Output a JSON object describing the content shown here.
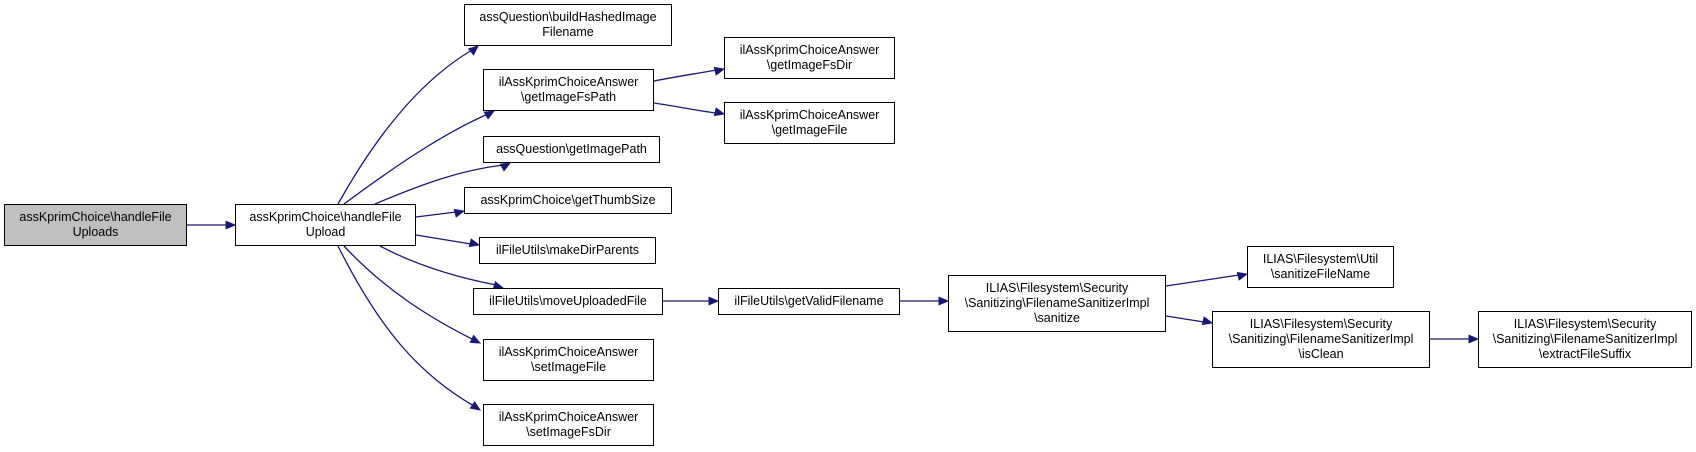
{
  "colors": {
    "edge": "#191970",
    "root_fill": "#bfbfbf",
    "node_fill": "#ffffff",
    "border": "#000000"
  },
  "nodes": {
    "root": [
      "assKprimChoice\\handleFile",
      "Uploads"
    ],
    "handleFileUpload": [
      "assKprimChoice\\handleFile",
      "Upload"
    ],
    "buildHashedImageFilename": [
      "assQuestion\\buildHashedImage",
      "Filename"
    ],
    "getImageFsPath": [
      "ilAssKprimChoiceAnswer",
      "\\getImageFsPath"
    ],
    "getImageFsDir": [
      "ilAssKprimChoiceAnswer",
      "\\getImageFsDir"
    ],
    "getImageFile": [
      "ilAssKprimChoiceAnswer",
      "\\getImageFile"
    ],
    "getImagePath": [
      "assQuestion\\getImagePath"
    ],
    "getThumbSize": [
      "assKprimChoice\\getThumbSize"
    ],
    "makeDirParents": [
      "ilFileUtils\\makeDirParents"
    ],
    "moveUploadedFile": [
      "ilFileUtils\\moveUploadedFile"
    ],
    "getValidFilename": [
      "ilFileUtils\\getValidFilename"
    ],
    "sanitize": [
      "ILIAS\\Filesystem\\Security",
      "\\Sanitizing\\FilenameSanitizerImpl",
      "\\sanitize"
    ],
    "sanitizeFileName": [
      "ILIAS\\Filesystem\\Util",
      "\\sanitizeFileName"
    ],
    "isClean": [
      "ILIAS\\Filesystem\\Security",
      "\\Sanitizing\\FilenameSanitizerImpl",
      "\\isClean"
    ],
    "extractFileSuffix": [
      "ILIAS\\Filesystem\\Security",
      "\\Sanitizing\\FilenameSanitizerImpl",
      "\\extractFileSuffix"
    ],
    "setImageFile": [
      "ilAssKprimChoiceAnswer",
      "\\setImageFile"
    ],
    "setImageFsDir": [
      "ilAssKprimChoiceAnswer",
      "\\setImageFsDir"
    ]
  }
}
